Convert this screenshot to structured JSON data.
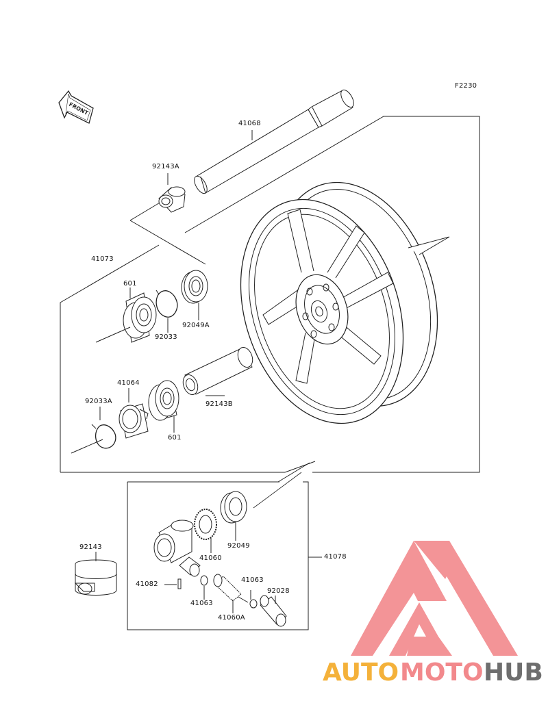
{
  "figure_code": "F2230",
  "front_tag": "FRONT",
  "labels": {
    "axle": "41068",
    "collar_a": "92143A",
    "hub_group": "41073",
    "bearing_top": "601",
    "seal_top": "92049A",
    "circlip_top": "92033",
    "hub_coupling": "41064",
    "circlip_bottom": "92033A",
    "bearing_bottom": "601",
    "collar_b": "92143B",
    "gear_housing": "41078",
    "seal_gear": "92049",
    "gear": "41060",
    "collar": "92143",
    "pin": "41082",
    "washer_left": "41063",
    "washer_right": "41063",
    "pinion": "41060A",
    "bushing": "92028"
  },
  "watermark": {
    "auto": "AUTO",
    "moto": "MOTO",
    "hub": "HUB",
    "colors": {
      "auto": "#f4b13a",
      "moto": "#f2898c",
      "hub": "#6e6e6e",
      "logo": "#f2898c"
    }
  }
}
